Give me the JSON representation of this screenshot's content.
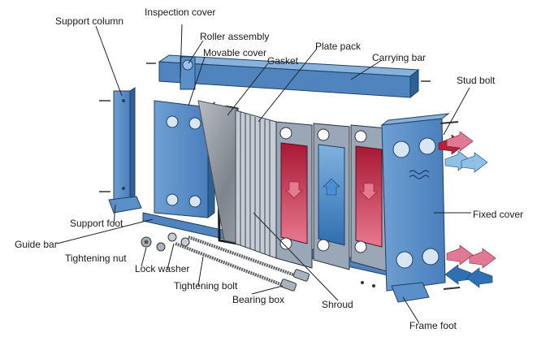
{
  "labels": {
    "support_column": "Support column",
    "inspection_cover": "Inspection cover",
    "roller_assembly": "Roller assembly",
    "movable_cover": "Movable cover",
    "gasket": "Gasket",
    "plate_pack": "Plate pack",
    "carrying_bar": "Carrying bar",
    "stud_bolt": "Stud bolt",
    "fixed_cover": "Fixed cover",
    "support_foot": "Support foot",
    "guide_bar": "Guide bar",
    "tightening_nut": "Tightening nut",
    "lock_washer": "Lock washer",
    "tightening_bolt": "Tightening bolt",
    "bearing_box": "Bearing box",
    "shroud": "Shroud",
    "frame_foot": "Frame foot"
  },
  "colors": {
    "steel_blue": "#5b8fc7",
    "steel_blue_dark": "#2f5f97",
    "plate_grey": "#9aa7b6",
    "hot_red": "#b8203a",
    "hot_pink": "#e07a94",
    "cold_blue": "#2f6fb3",
    "cold_light": "#8fc0e6",
    "shroud_grey": "#8a8f96",
    "leader_line": "#222222"
  }
}
